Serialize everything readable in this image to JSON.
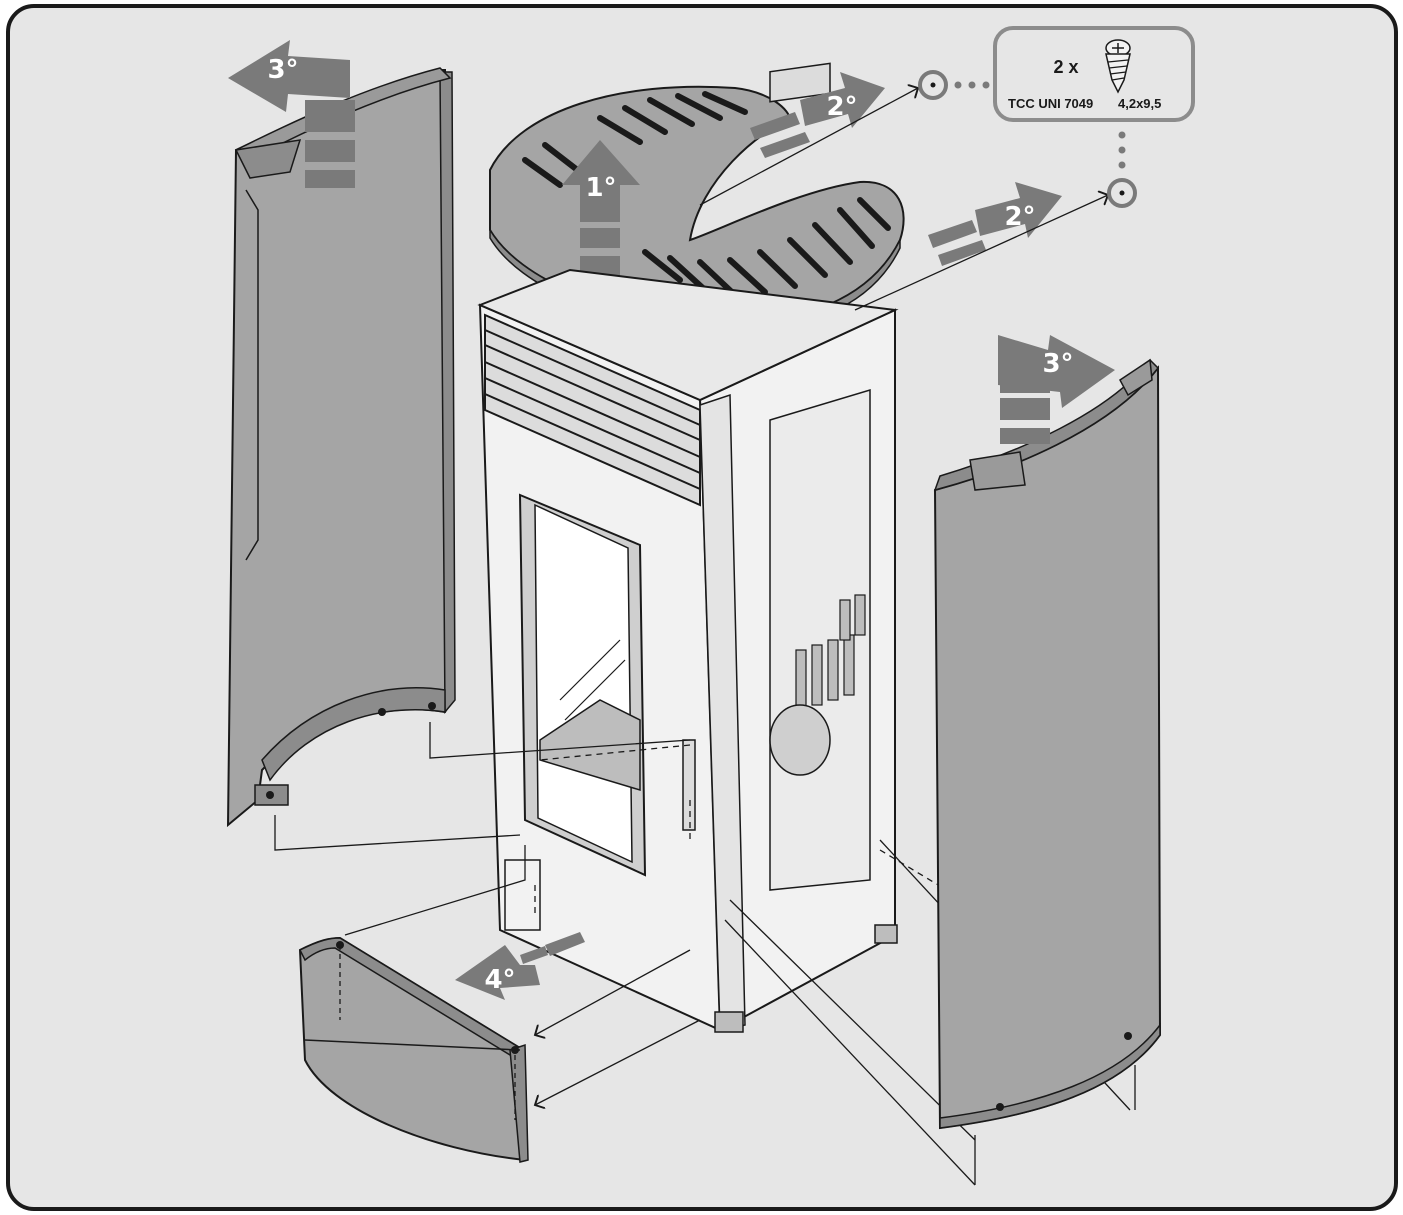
{
  "steps": {
    "s1": "1°",
    "s2a": "2°",
    "s2b": "2°",
    "s3_left": "3°",
    "s3_right": "3°",
    "s4": "4°"
  },
  "screw_callout": {
    "quantity": "2 x",
    "spec_standard": "TCC UNI 7049",
    "spec_size": "4,2x9,5",
    "icon": "screw-icon"
  },
  "colors": {
    "background": "#e6e6e6",
    "frame": "#1a1a1a",
    "panel": "#a5a5a5",
    "panel_dark": "#8c8c8c",
    "arrow": "#7a7a7a",
    "stove_body": "#f2f2f2"
  }
}
